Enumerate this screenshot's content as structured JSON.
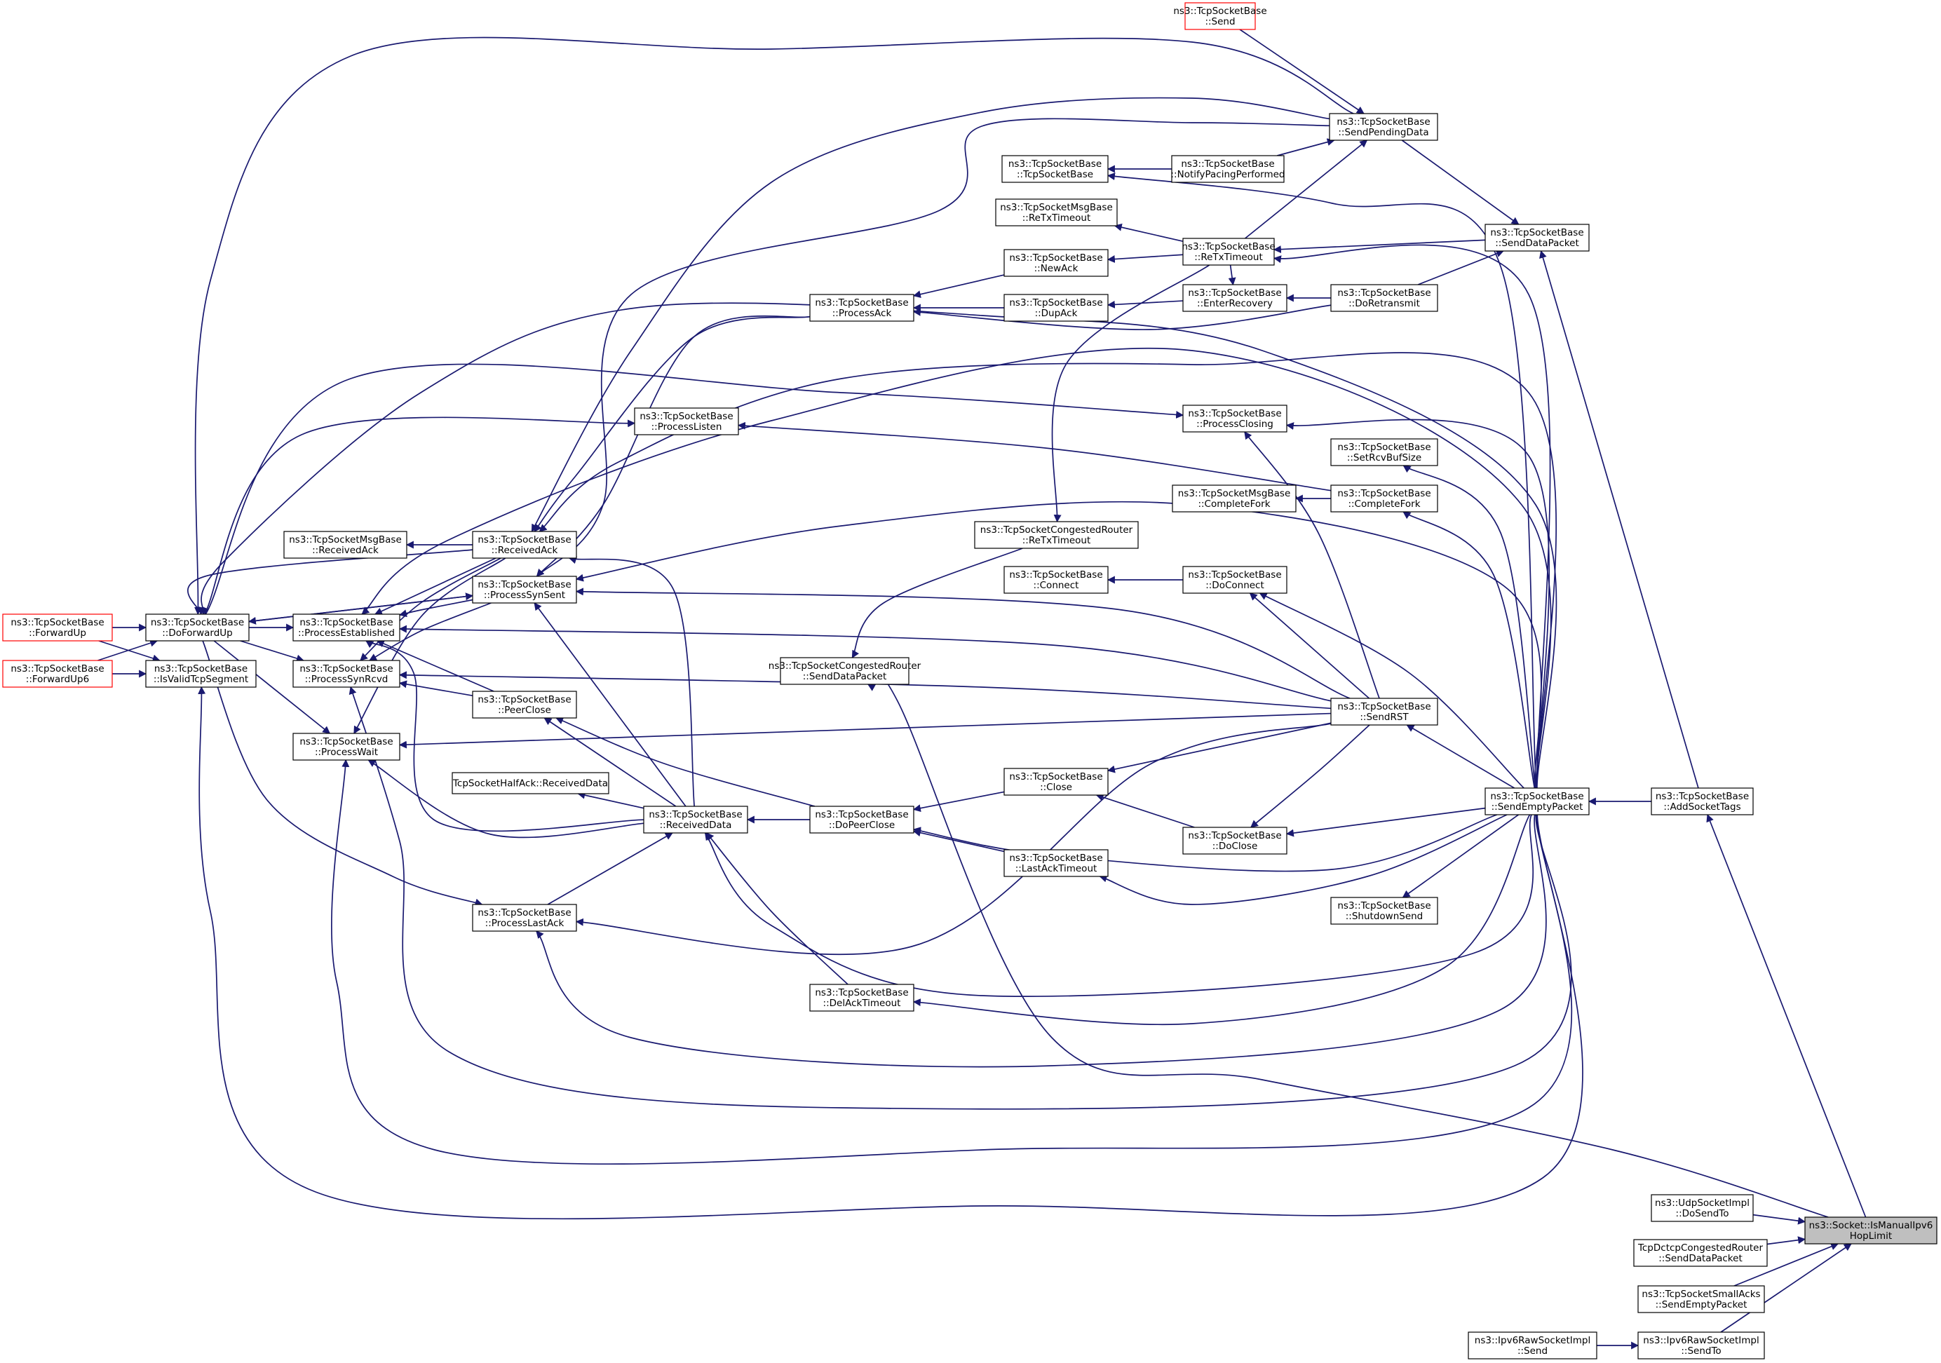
{
  "diagram": {
    "title": "",
    "colors": {
      "edge": "#191970",
      "node_border": "#000000",
      "node_border_truncated": "#ff0000",
      "focus_fill": "#bfbfbf",
      "background": "#ffffff"
    },
    "nodes": [
      {
        "id": "send",
        "lines": [
          "ns3::TcpSocketBase",
          "::Send"
        ],
        "style": "truncated"
      },
      {
        "id": "sendPendingData",
        "lines": [
          "ns3::TcpSocketBase",
          "::SendPendingData"
        ],
        "style": "normal"
      },
      {
        "id": "tcpSocketBase",
        "lines": [
          "ns3::TcpSocketBase",
          "::TcpSocketBase"
        ],
        "style": "normal"
      },
      {
        "id": "notifyPacing",
        "lines": [
          "ns3::TcpSocketBase",
          "::NotifyPacingPerformed"
        ],
        "style": "normal"
      },
      {
        "id": "msgReTx",
        "lines": [
          "ns3::TcpSocketMsgBase",
          "::ReTxTimeout"
        ],
        "style": "normal"
      },
      {
        "id": "reTx",
        "lines": [
          "ns3::TcpSocketBase",
          "::ReTxTimeout"
        ],
        "style": "normal"
      },
      {
        "id": "sendDataPacket",
        "lines": [
          "ns3::TcpSocketBase",
          "::SendDataPacket"
        ],
        "style": "normal"
      },
      {
        "id": "newAck",
        "lines": [
          "ns3::TcpSocketBase",
          "::NewAck"
        ],
        "style": "normal"
      },
      {
        "id": "processAck",
        "lines": [
          "ns3::TcpSocketBase",
          "::ProcessAck"
        ],
        "style": "normal"
      },
      {
        "id": "dupAck",
        "lines": [
          "ns3::TcpSocketBase",
          "::DupAck"
        ],
        "style": "normal"
      },
      {
        "id": "enterRecovery",
        "lines": [
          "ns3::TcpSocketBase",
          "::EnterRecovery"
        ],
        "style": "normal"
      },
      {
        "id": "doRetransmit",
        "lines": [
          "ns3::TcpSocketBase",
          "::DoRetransmit"
        ],
        "style": "normal"
      },
      {
        "id": "processListen",
        "lines": [
          "ns3::TcpSocketBase",
          "::ProcessListen"
        ],
        "style": "normal"
      },
      {
        "id": "processClosing",
        "lines": [
          "ns3::TcpSocketBase",
          "::ProcessClosing"
        ],
        "style": "normal"
      },
      {
        "id": "setRcvBufSize",
        "lines": [
          "ns3::TcpSocketBase",
          "::SetRcvBufSize"
        ],
        "style": "normal"
      },
      {
        "id": "msgCompleteFork",
        "lines": [
          "ns3::TcpSocketMsgBase",
          "::CompleteFork"
        ],
        "style": "normal"
      },
      {
        "id": "completeFork",
        "lines": [
          "ns3::TcpSocketBase",
          "::CompleteFork"
        ],
        "style": "normal"
      },
      {
        "id": "msgReceivedAck",
        "lines": [
          "ns3::TcpSocketMsgBase",
          "::ReceivedAck"
        ],
        "style": "normal"
      },
      {
        "id": "receivedAck",
        "lines": [
          "ns3::TcpSocketBase",
          "::ReceivedAck"
        ],
        "style": "normal"
      },
      {
        "id": "congReTx",
        "lines": [
          "ns3::TcpSocketCongestedRouter",
          "::ReTxTimeout"
        ],
        "style": "normal"
      },
      {
        "id": "connect",
        "lines": [
          "ns3::TcpSocketBase",
          "::Connect"
        ],
        "style": "normal"
      },
      {
        "id": "doConnect",
        "lines": [
          "ns3::TcpSocketBase",
          "::DoConnect"
        ],
        "style": "normal"
      },
      {
        "id": "processSynSent",
        "lines": [
          "ns3::TcpSocketBase",
          "::ProcessSynSent"
        ],
        "style": "normal"
      },
      {
        "id": "forwardUp",
        "lines": [
          "ns3::TcpSocketBase",
          "::ForwardUp"
        ],
        "style": "truncated"
      },
      {
        "id": "doForwardUp",
        "lines": [
          "ns3::TcpSocketBase",
          "::DoForwardUp"
        ],
        "style": "normal"
      },
      {
        "id": "processEstablished",
        "lines": [
          "ns3::TcpSocketBase",
          "::ProcessEstablished"
        ],
        "style": "normal"
      },
      {
        "id": "congSendDataPacket",
        "lines": [
          "ns3::TcpSocketCongestedRouter",
          "::SendDataPacket"
        ],
        "style": "normal"
      },
      {
        "id": "forwardUp6",
        "lines": [
          "ns3::TcpSocketBase",
          "::ForwardUp6"
        ],
        "style": "truncated"
      },
      {
        "id": "isValidTcpSegment",
        "lines": [
          "ns3::TcpSocketBase",
          "::IsValidTcpSegment"
        ],
        "style": "normal"
      },
      {
        "id": "processSynRcvd",
        "lines": [
          "ns3::TcpSocketBase",
          "::ProcessSynRcvd"
        ],
        "style": "normal"
      },
      {
        "id": "peerClose",
        "lines": [
          "ns3::TcpSocketBase",
          "::PeerClose"
        ],
        "style": "normal"
      },
      {
        "id": "sendRST",
        "lines": [
          "ns3::TcpSocketBase",
          "::SendRST"
        ],
        "style": "normal"
      },
      {
        "id": "processWait",
        "lines": [
          "ns3::TcpSocketBase",
          "::ProcessWait"
        ],
        "style": "normal"
      },
      {
        "id": "close",
        "lines": [
          "ns3::TcpSocketBase",
          "::Close"
        ],
        "style": "normal"
      },
      {
        "id": "halfAckReceivedData",
        "lines": [
          "TcpSocketHalfAck::ReceivedData"
        ],
        "style": "normal"
      },
      {
        "id": "sendEmptyPacket",
        "lines": [
          "ns3::TcpSocketBase",
          "::SendEmptyPacket"
        ],
        "style": "normal"
      },
      {
        "id": "addSocketTags",
        "lines": [
          "ns3::TcpSocketBase",
          "::AddSocketTags"
        ],
        "style": "normal"
      },
      {
        "id": "receivedData",
        "lines": [
          "ns3::TcpSocketBase",
          "::ReceivedData"
        ],
        "style": "normal"
      },
      {
        "id": "doPeerClose",
        "lines": [
          "ns3::TcpSocketBase",
          "::DoPeerClose"
        ],
        "style": "normal"
      },
      {
        "id": "doClose",
        "lines": [
          "ns3::TcpSocketBase",
          "::DoClose"
        ],
        "style": "normal"
      },
      {
        "id": "lastAckTimeout",
        "lines": [
          "ns3::TcpSocketBase",
          "::LastAckTimeout"
        ],
        "style": "normal"
      },
      {
        "id": "shutdownSend",
        "lines": [
          "ns3::TcpSocketBase",
          "::ShutdownSend"
        ],
        "style": "normal"
      },
      {
        "id": "processLastAck",
        "lines": [
          "ns3::TcpSocketBase",
          "::ProcessLastAck"
        ],
        "style": "normal"
      },
      {
        "id": "delAckTimeout",
        "lines": [
          "ns3::TcpSocketBase",
          "::DelAckTimeout"
        ],
        "style": "normal"
      },
      {
        "id": "udpDoSendTo",
        "lines": [
          "ns3::UdpSocketImpl",
          "::DoSendTo"
        ],
        "style": "normal"
      },
      {
        "id": "isManualIpv6",
        "lines": [
          "ns3::Socket::IsManualIpv6",
          "HopLimit"
        ],
        "style": "focus"
      },
      {
        "id": "dctcpSendDataPacket",
        "lines": [
          "TcpDctcpCongestedRouter",
          "::SendDataPacket"
        ],
        "style": "normal"
      },
      {
        "id": "smallAcksSendEmpty",
        "lines": [
          "ns3::TcpSocketSmallAcks",
          "::SendEmptyPacket"
        ],
        "style": "normal"
      },
      {
        "id": "ipv6RawSend",
        "lines": [
          "ns3::Ipv6RawSocketImpl",
          "::Send"
        ],
        "style": "normal"
      },
      {
        "id": "ipv6RawSendTo",
        "lines": [
          "ns3::Ipv6RawSocketImpl",
          "::SendTo"
        ],
        "style": "normal"
      }
    ]
  }
}
